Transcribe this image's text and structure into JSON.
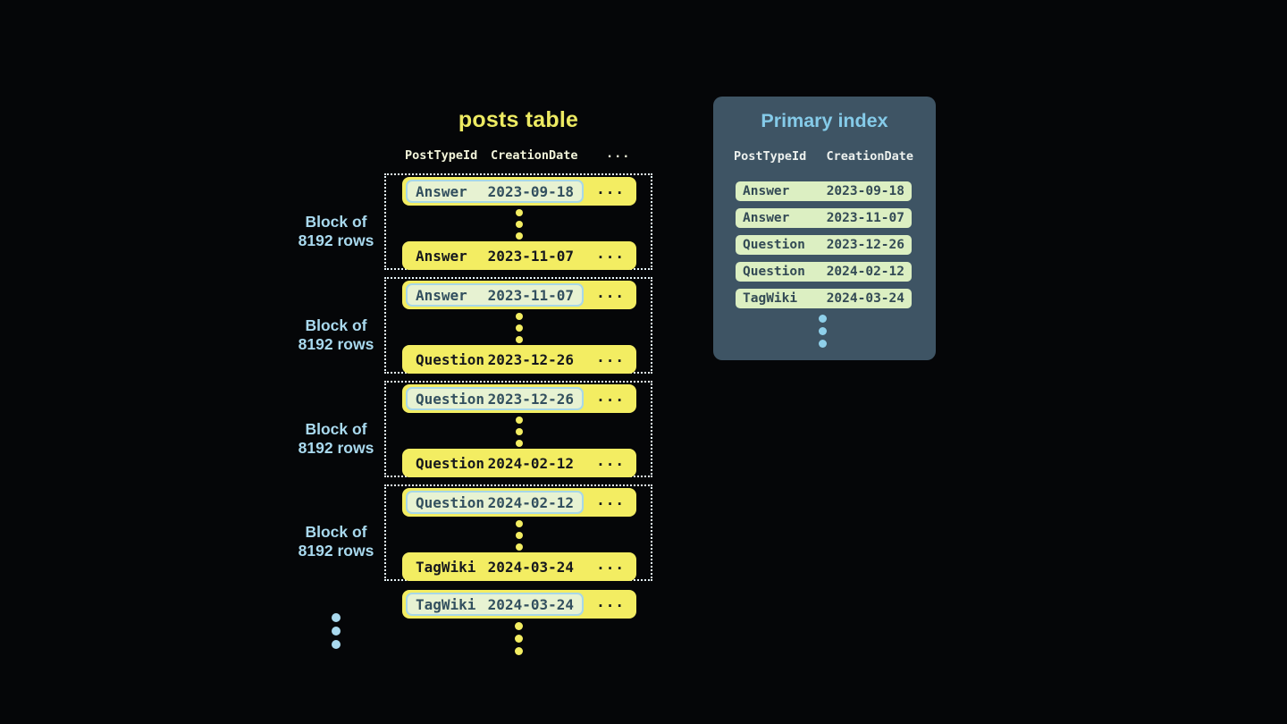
{
  "posts_table": {
    "title": "posts table",
    "columns": [
      "PostTypeId",
      "CreationDate"
    ],
    "ellipsis": "...",
    "block_label": {
      "line1": "Block of",
      "line2": "8192 rows"
    },
    "blocks": [
      {
        "first": {
          "type": "Answer",
          "date": "2023-09-18"
        },
        "last": {
          "type": "Answer",
          "date": "2023-11-07"
        }
      },
      {
        "first": {
          "type": "Answer",
          "date": "2023-11-07"
        },
        "last": {
          "type": "Question",
          "date": "2023-12-26"
        }
      },
      {
        "first": {
          "type": "Question",
          "date": "2023-12-26"
        },
        "last": {
          "type": "Question",
          "date": "2024-02-12"
        }
      },
      {
        "first": {
          "type": "Question",
          "date": "2024-02-12"
        },
        "last": {
          "type": "TagWiki",
          "date": "2024-03-24"
        }
      }
    ],
    "overflow_row": {
      "type": "TagWiki",
      "date": "2024-03-24"
    }
  },
  "primary_index": {
    "title": "Primary index",
    "columns": [
      "PostTypeId",
      "CreationDate"
    ],
    "rows": [
      {
        "type": "Answer",
        "date": "2023-09-18"
      },
      {
        "type": "Answer",
        "date": "2023-11-07"
      },
      {
        "type": "Question",
        "date": "2023-12-26"
      },
      {
        "type": "Question",
        "date": "2024-02-12"
      },
      {
        "type": "TagWiki",
        "date": "2024-03-24"
      }
    ]
  },
  "colors": {
    "bg": "#050608",
    "row-yellow": "#f3ed62",
    "row-text": "#16181d",
    "hl-fill": "#e7f2d2",
    "hl-border": "#a7d7e8",
    "hl-text": "#33505f",
    "header-text": "#f2f4da",
    "label-blue": "#a9d9ee",
    "dotted": "#e6f3f8",
    "panel-bg": "#3e5464",
    "panel-title": "#85cbe9",
    "panel-header": "#edf1ee",
    "idx-row-bg": "#dcefc2",
    "idx-row-text": "#334a55",
    "dots-blue": "#8fd0ea",
    "title-yellow": "#edea62"
  }
}
